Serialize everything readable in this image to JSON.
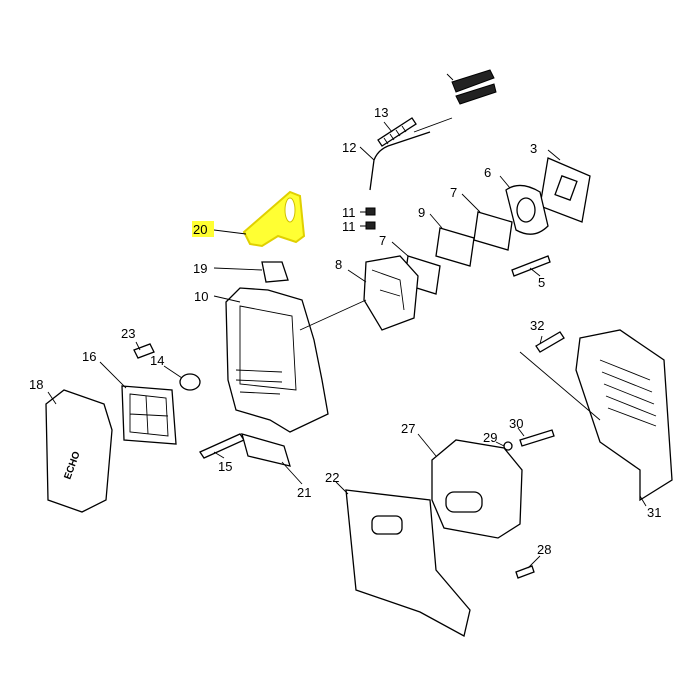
{
  "highlight_color": "#ffff33",
  "highlighted_part": "20",
  "logo_text": "ECHO",
  "callouts": [
    "13",
    "12",
    "3",
    "6",
    "7",
    "20",
    "11",
    "11",
    "9",
    "7",
    "5",
    "19",
    "8",
    "10",
    "32",
    "23",
    "16",
    "14",
    "18",
    "27",
    "29",
    "30",
    "15",
    "21",
    "22",
    "31",
    "28"
  ]
}
